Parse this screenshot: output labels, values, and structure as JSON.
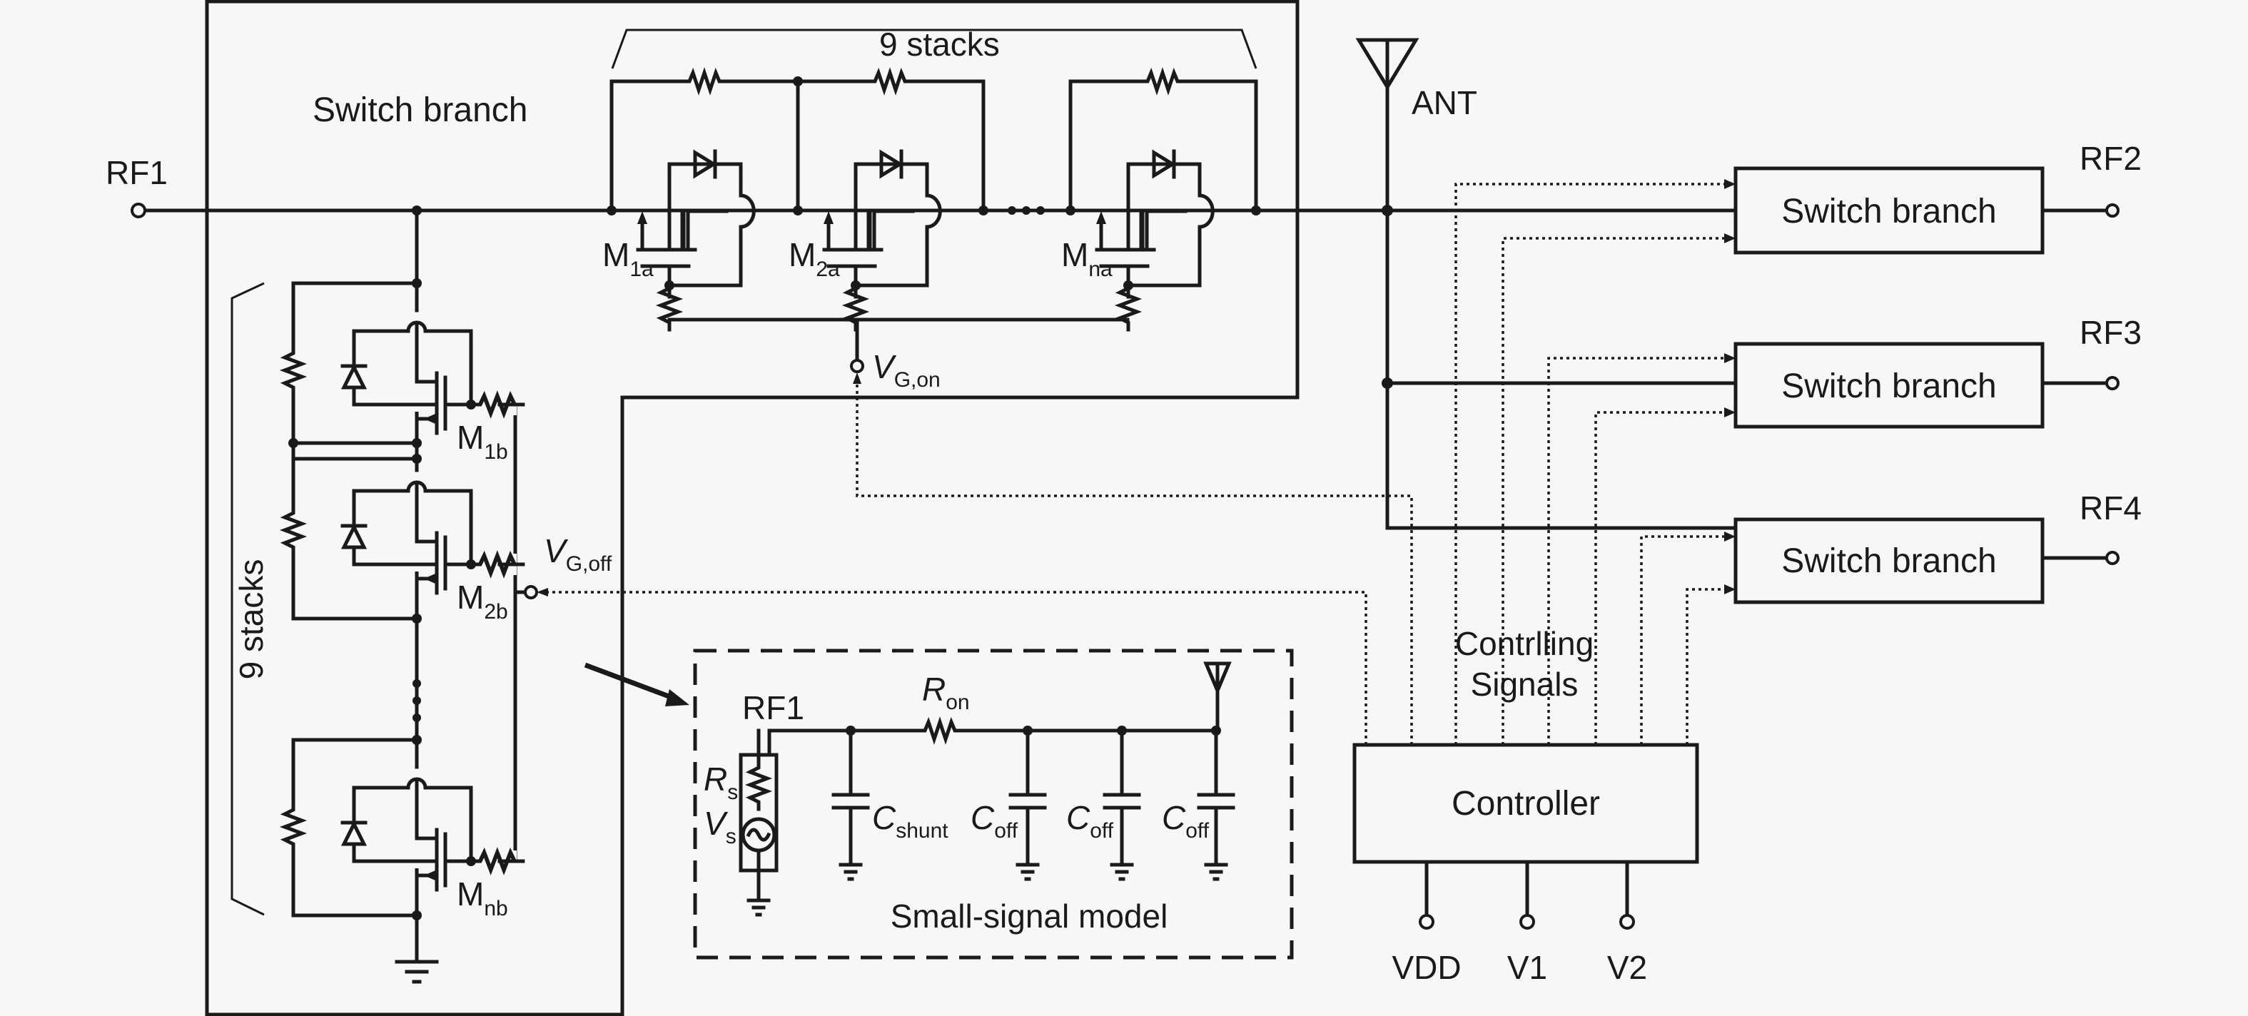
{
  "diagram": {
    "type": "circuit-schematic",
    "title": "SP4T RF switch with stacked FET switch branches, controller and small-signal model",
    "colors": {
      "ink": "#1a1a1a",
      "background": "#f7f7f7"
    },
    "ports": {
      "rf1": "RF1",
      "rf2": "RF2",
      "rf3": "RF3",
      "rf4": "RF4",
      "ant": "ANT"
    },
    "switch_branch_detail": {
      "label": "Switch branch",
      "series_stack_label": "9 stacks",
      "shunt_stack_label": "9 stacks",
      "series_transistors": [
        {
          "main": "M",
          "sub": "1a"
        },
        {
          "main": "M",
          "sub": "2a"
        },
        {
          "main": "M",
          "sub": "na"
        }
      ],
      "shunt_transistors": [
        {
          "main": "M",
          "sub": "1b"
        },
        {
          "main": "M",
          "sub": "2b"
        },
        {
          "main": "M",
          "sub": "nb"
        }
      ],
      "gate_on": {
        "main": "V",
        "sub": "G,on"
      },
      "gate_off": {
        "main": "V",
        "sub": "G,off"
      }
    },
    "switch_branches": [
      {
        "label": "Switch branch",
        "port": "RF2"
      },
      {
        "label": "Switch branch",
        "port": "RF3"
      },
      {
        "label": "Switch branch",
        "port": "RF4"
      }
    ],
    "controller": {
      "label": "Controller",
      "signals_label_line1": "Contrlling",
      "signals_label_line2": "Signals",
      "inputs": [
        "VDD",
        "V1",
        "V2"
      ]
    },
    "small_signal_model": {
      "title": "Small-signal model",
      "port": "RF1",
      "rs": {
        "main": "R",
        "sub": "s"
      },
      "vs": {
        "main": "V",
        "sub": "s"
      },
      "ron": {
        "main": "R",
        "sub": "on"
      },
      "cshunt": {
        "main": "C",
        "sub": "shunt"
      },
      "coff": [
        {
          "main": "C",
          "sub": "off"
        },
        {
          "main": "C",
          "sub": "off"
        },
        {
          "main": "C",
          "sub": "off"
        }
      ]
    }
  }
}
